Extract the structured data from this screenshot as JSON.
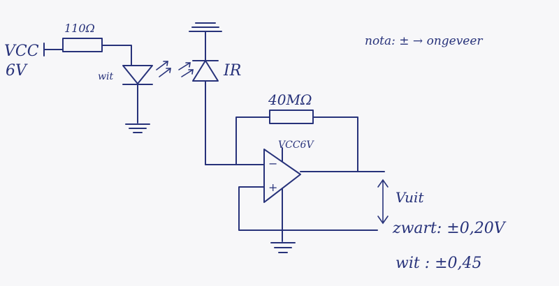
{
  "labels": {
    "vcc_supply": "VCC",
    "vcc_voltage": "6V",
    "resistor_led": "110Ω",
    "led_label": "wit",
    "ir_label": "IR",
    "feedback_resistor": "40MΩ",
    "opamp_supply": "VCC6V",
    "opamp_minus": "−",
    "opamp_plus": "+",
    "note": "nota: ± → ongeveer",
    "vuit_label": "Vuit",
    "zwart_reading": "zwart: ±0,20V",
    "wit_reading": "wit : ±0,45"
  },
  "colors": {
    "ink": "#27327a",
    "paper": "#f7f7f9"
  }
}
